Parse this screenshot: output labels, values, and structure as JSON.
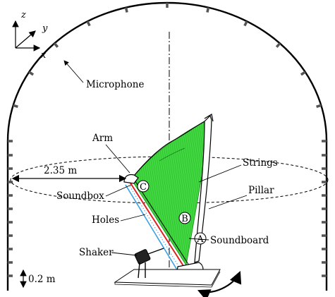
{
  "axes": {
    "z": "z",
    "y": "y",
    "x": "x"
  },
  "labels": {
    "microphone": "Microphone",
    "arm": "Arm",
    "strings": "Strings",
    "diameter": "2.35 m",
    "soundbox": "Soundbox",
    "pillar": "Pillar",
    "holes": "Holes",
    "soundboard": "Soundboard",
    "shaker": "Shaker",
    "spacing": "0.2 m"
  },
  "points": {
    "a": "A",
    "b": "B",
    "c": "C"
  },
  "colors": {
    "strings_fill": "#3fd83f",
    "soundbox_line": "#e02020",
    "holes_line": "#3aa0e8",
    "outline": "#000000"
  }
}
